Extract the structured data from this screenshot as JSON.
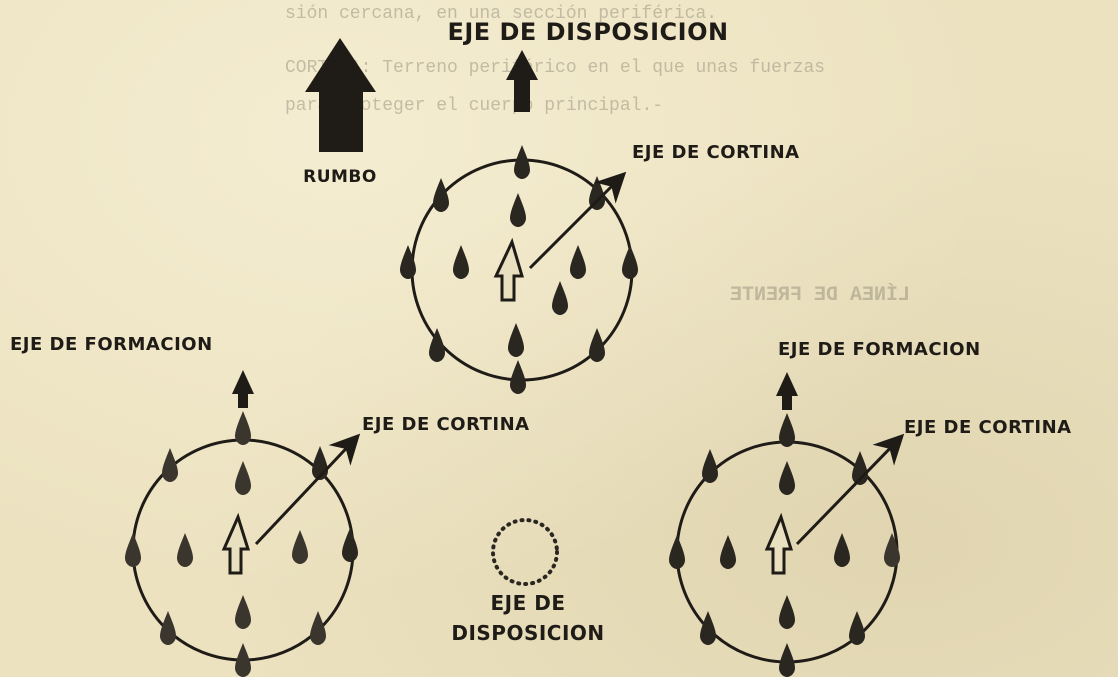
{
  "top_label": "EJE DE DISPOSICION",
  "heading_label": "RUMBO",
  "screen_axis_label": "EJE DE CORTINA",
  "formation_axis_label": "EJE DE FORMACION",
  "center_label_line1": "EJE DE",
  "center_label_line2": "DISPOSICION",
  "bleed_text": [
    "sión cercana, en una sección periférica.",
    "CORTINA: Terreno periférico en el que unas fuerzas",
    "para proteger el cuerpo principal.-",
    "LÍNEA DE FRENTE"
  ],
  "colors": {
    "ink": "#1f1c18",
    "paper": "#ece2c0",
    "ghost": "#9d9581"
  }
}
